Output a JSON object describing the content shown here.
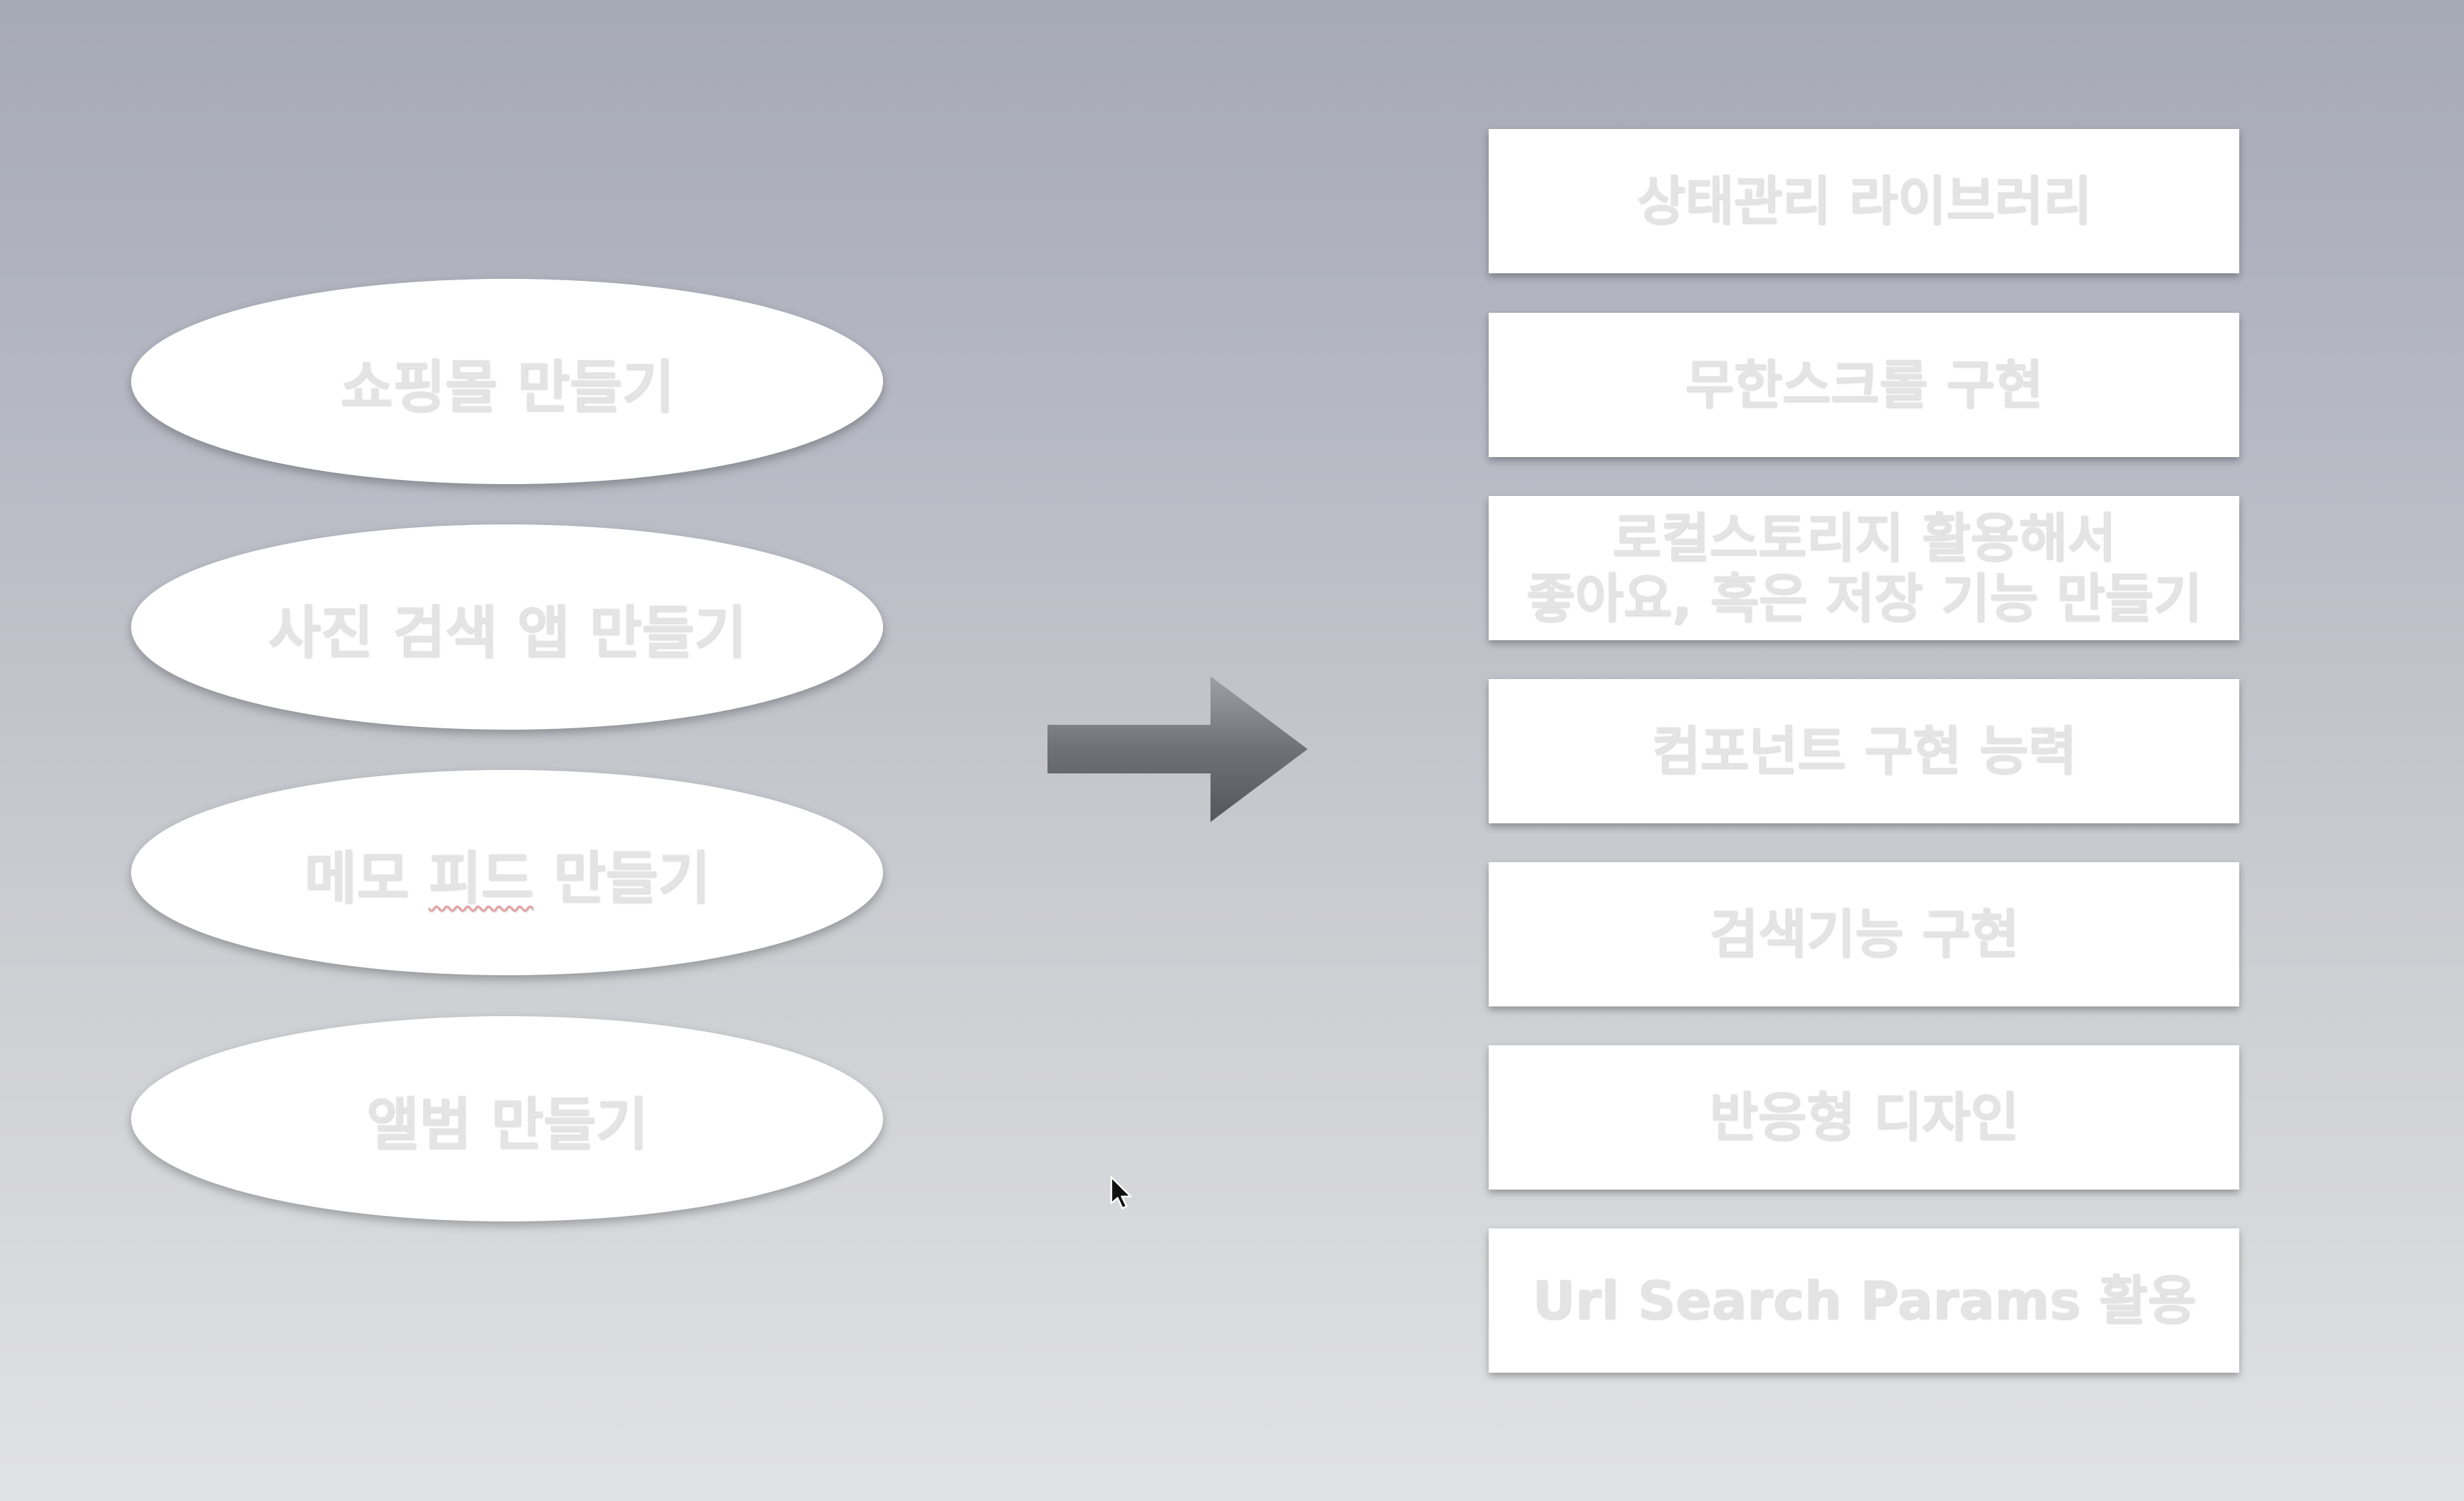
{
  "left_items": [
    {
      "label": "쇼핑몰 만들기"
    },
    {
      "label": "사진 검색 앱 만들기"
    },
    {
      "label_pre": "메모 ",
      "label_mid": "피드",
      "label_post": " 만들기"
    },
    {
      "label": "앨범 만들기"
    }
  ],
  "right_items": [
    {
      "label": "상태관리 라이브러리"
    },
    {
      "label": "무한스크롤 구현"
    },
    {
      "label": "로컬스토리지 활용해서\n좋아요, 혹은 저장 기능 만들기"
    },
    {
      "label": "컴포넌트 구현 능력"
    },
    {
      "label": "검색기능 구현"
    },
    {
      "label": "반응형 디자인"
    },
    {
      "label": "Url Search Params 활용"
    }
  ],
  "colors": {
    "label_text": "#e4e4e4",
    "arrow_dark": "#5a5c63",
    "arrow_light": "#9ea0a6"
  },
  "icons": {
    "arrow": "right-arrow-icon",
    "cursor": "mouse-cursor-icon"
  }
}
